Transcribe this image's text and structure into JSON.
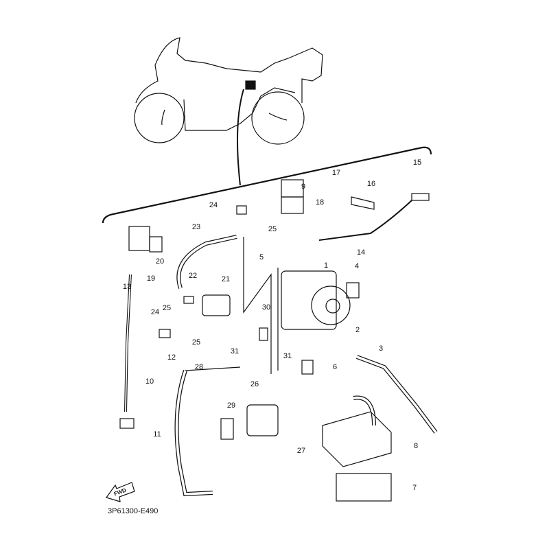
{
  "diagram_code": "3P61300-E490",
  "fwd_label": "FWD",
  "callouts": {
    "p1": "1",
    "p2": "2",
    "p3": "3",
    "p4": "4",
    "p5": "5",
    "p6": "6",
    "p7": "7",
    "p8": "8",
    "p9": "9",
    "p10": "10",
    "p11": "11",
    "p12": "12",
    "p13": "13",
    "p14": "14",
    "p15": "15",
    "p16": "16",
    "p17": "17",
    "p18": "18",
    "p19": "19",
    "p20": "20",
    "p21": "21",
    "p22": "22",
    "p23": "23",
    "p24": "24",
    "p25": "25",
    "p26": "26",
    "p27": "27",
    "p28": "28",
    "p29": "29",
    "p30": "30",
    "p31": "31"
  }
}
